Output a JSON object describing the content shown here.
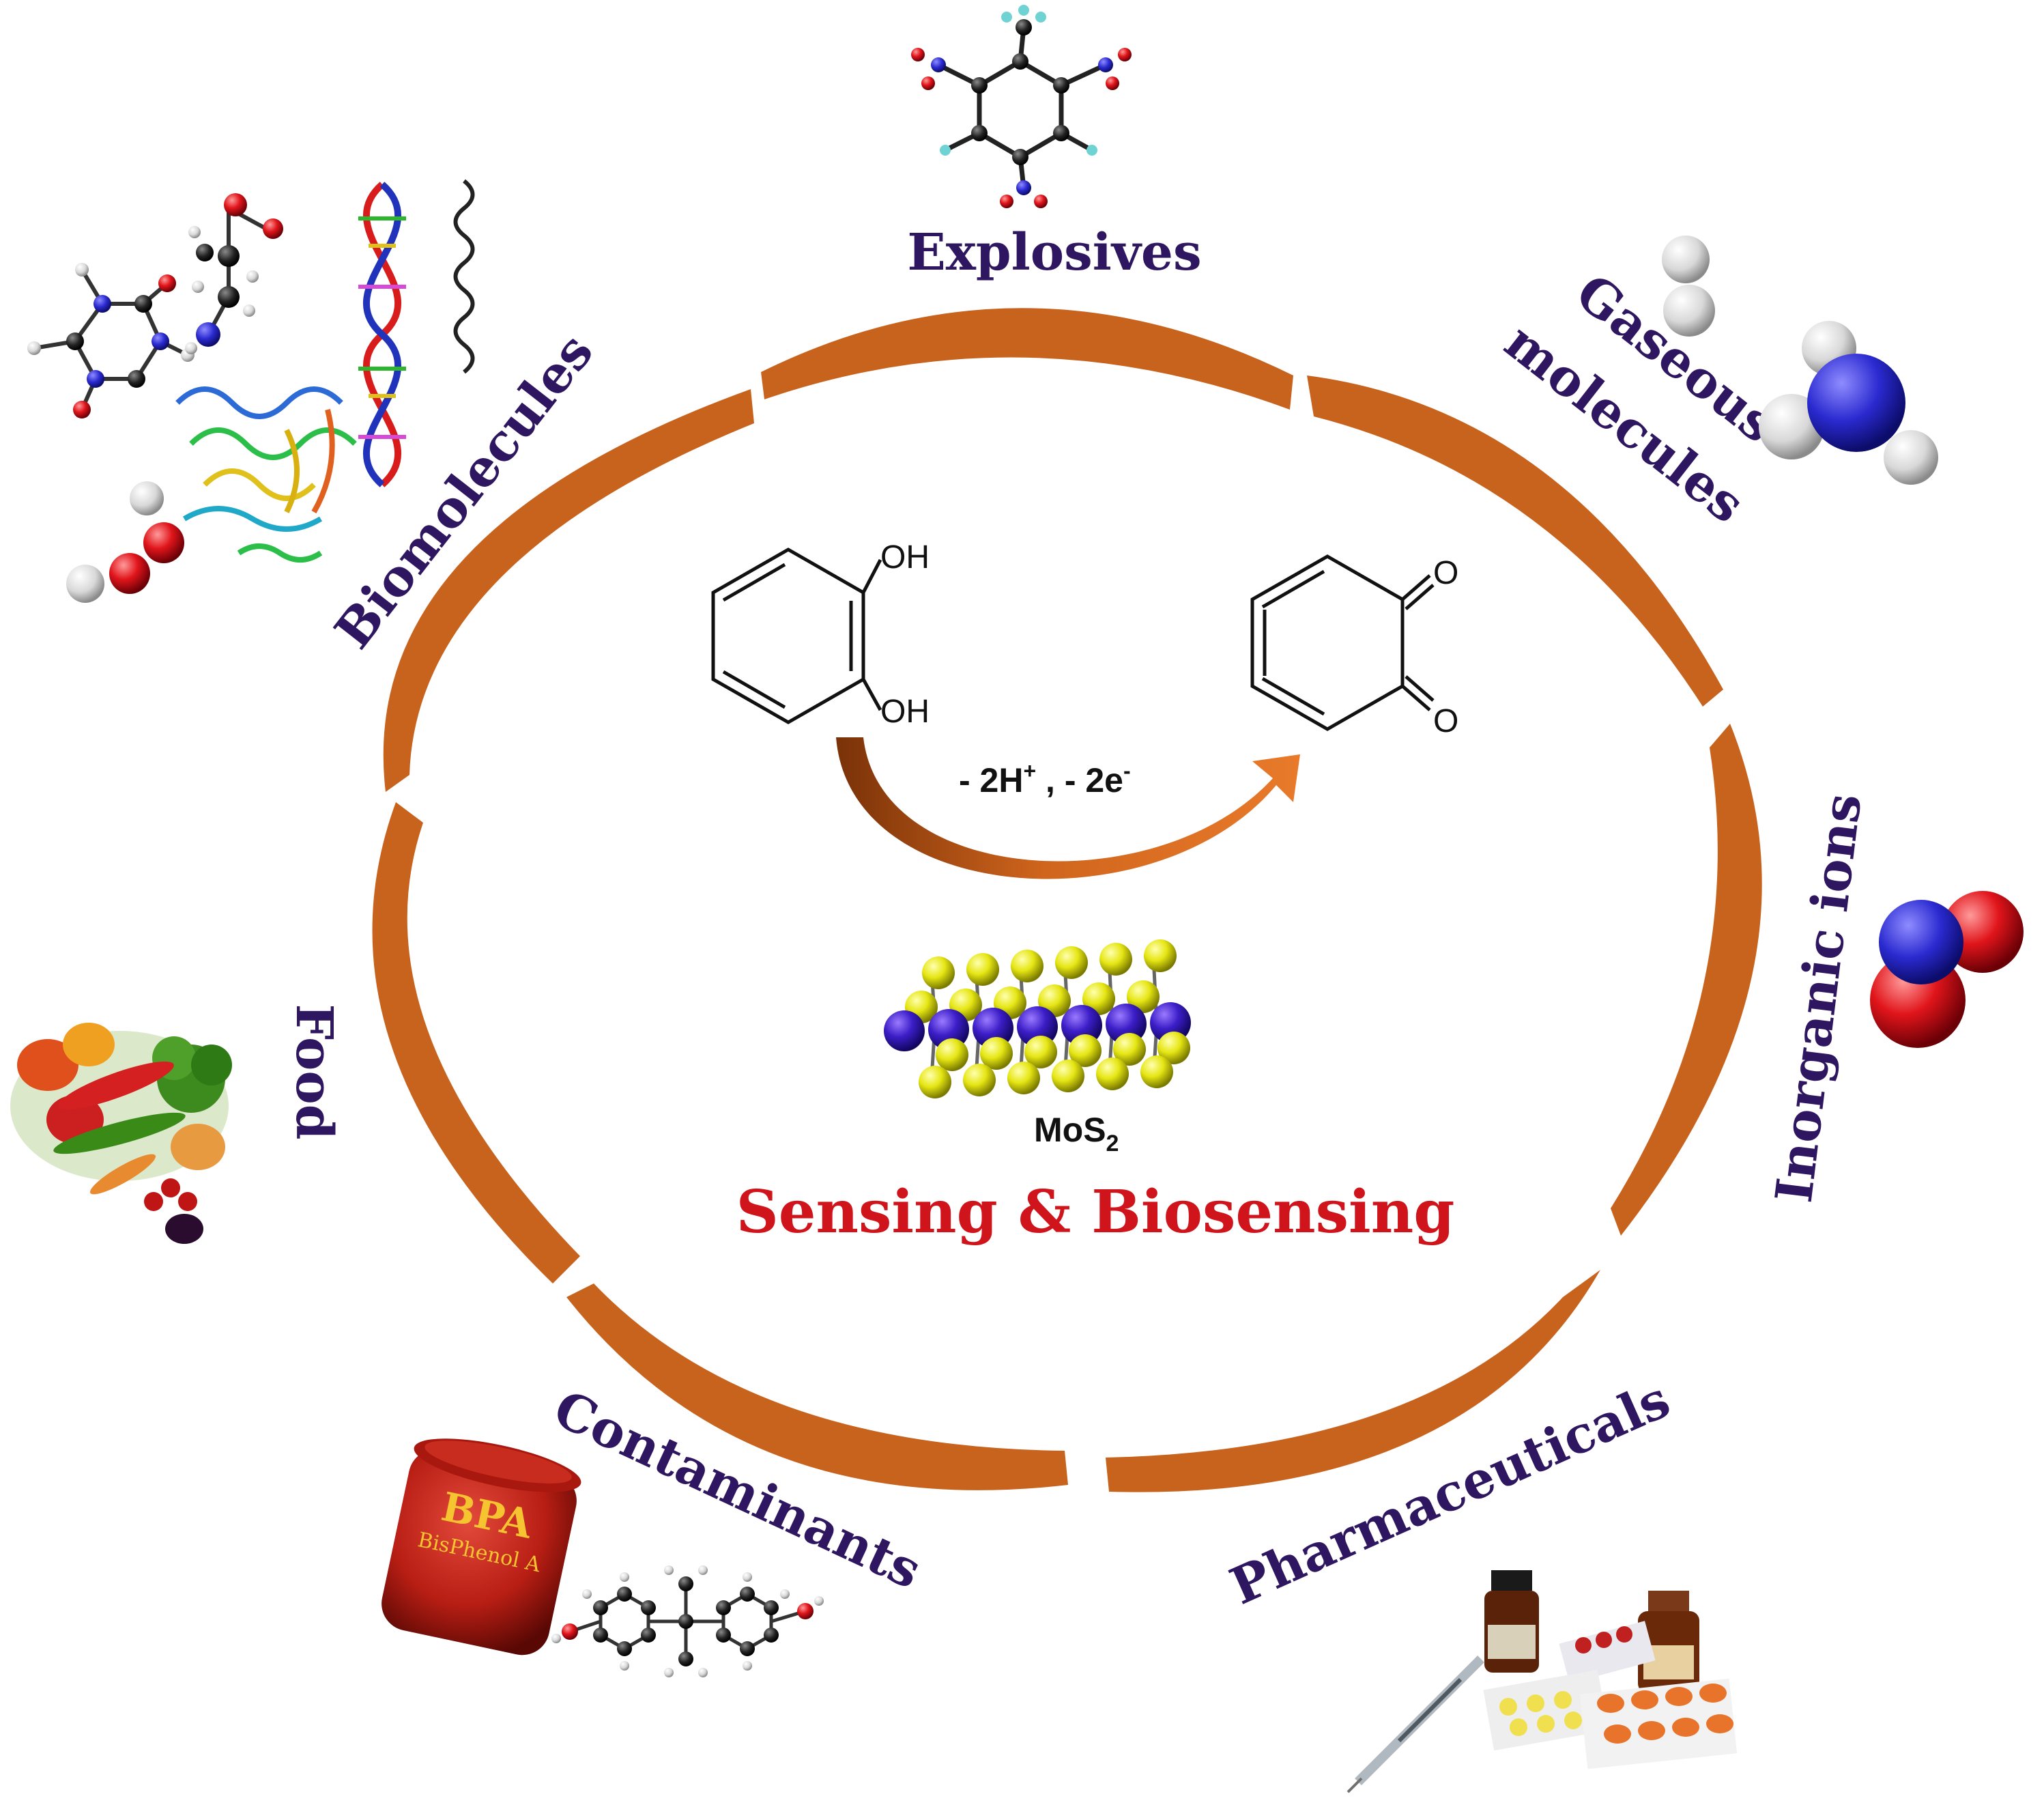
{
  "colors": {
    "arc": "#C8631E",
    "label": "#2E1760",
    "title": "#D0141B",
    "text": "#111111"
  },
  "categories": {
    "explosives": "Explosives",
    "gaseous_line1": "Gaseous",
    "gaseous_line2": "molecules",
    "inorganic": "Inorganic ions",
    "pharmaceuticals": "Pharmaceuticals",
    "contaminants": "Contaminants",
    "food": "Food",
    "biomolecules": "Biomolecules"
  },
  "reaction": {
    "oh_top": "OH",
    "oh_bottom": "OH",
    "o_top": "O",
    "o_bottom": "O",
    "label_main": "- 2H",
    "label_sup1": "+",
    "label_mid": " , - 2e",
    "label_sup2": "-"
  },
  "material": {
    "label_base": "MoS",
    "label_sub": "2"
  },
  "title": "Sensing & Biosensing",
  "illustrations": {
    "bpa_label": "BPA",
    "bpa_sublabel": "BisPhenol A"
  },
  "icons": [
    "tnt-molecule-icon",
    "h2-molecule-icon",
    "nh3-molecule-icon",
    "no2-molecule-icon",
    "medicine-icon",
    "bpa-jar-icon",
    "bpa-molecule-icon",
    "vegetables-icon",
    "dna-helix-icon",
    "protein-ribbon-icon",
    "h2o2-molecule-icon",
    "amino-acid-molecule-icon",
    "flavin-molecule-icon",
    "mos2-lattice-icon",
    "catechol-structure-icon",
    "quinone-structure-icon"
  ]
}
